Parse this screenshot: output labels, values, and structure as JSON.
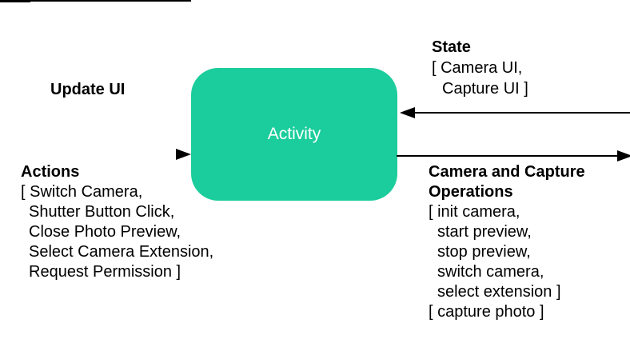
{
  "colors": {
    "activity_fill": "#1bcd9c",
    "activity_text": "#ffffff",
    "line": "#000000",
    "text": "#000000",
    "background": "#ffffff"
  },
  "activity": {
    "label": "Activity"
  },
  "update_ui": {
    "label": "Update UI"
  },
  "actions": {
    "title": "Actions",
    "lines": [
      "[ Switch Camera,",
      "Shutter Button Click,",
      "Close Photo Preview,",
      "Select Camera Extension,",
      "Request Permission ]"
    ]
  },
  "state": {
    "title": "State",
    "lines": [
      "[ Camera UI,",
      "Capture UI ]"
    ]
  },
  "camera_ops": {
    "title_lines": [
      "Camera and Capture",
      "Operations"
    ],
    "lines": [
      "[ init camera,",
      "start preview,",
      "stop preview,",
      "switch camera,",
      "select extension ]",
      "[ capture photo ]"
    ]
  }
}
